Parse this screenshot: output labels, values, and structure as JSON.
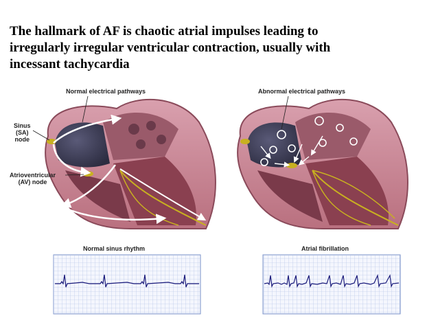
{
  "title": {
    "line1": "The hallmark of AF is chaotic atrial impulses leading to",
    "line2": "irregularly irregular ventricular contraction, usually with",
    "line3": "incessant tachycardia"
  },
  "left_panel": {
    "heading": "Normal electrical pathways",
    "sa_node_label": [
      "Sinus",
      "(SA)",
      "node"
    ],
    "av_node_label": [
      "Atrioventricular",
      "(AV) node"
    ],
    "ecg_label": "Normal sinus rhythm"
  },
  "right_panel": {
    "heading": "Abnormal electrical pathways",
    "ecg_label": "Atrial fibrillation"
  },
  "colors": {
    "heart_wall": "#c98a9a",
    "chamber_dark": "#3a3a52",
    "node_yellow": "#c8b020",
    "ecg_grid": "#9ab0dc",
    "ecg_trace": "#1a1a7a"
  },
  "icons": [
    "heart-illustration",
    "ecg-strip"
  ]
}
